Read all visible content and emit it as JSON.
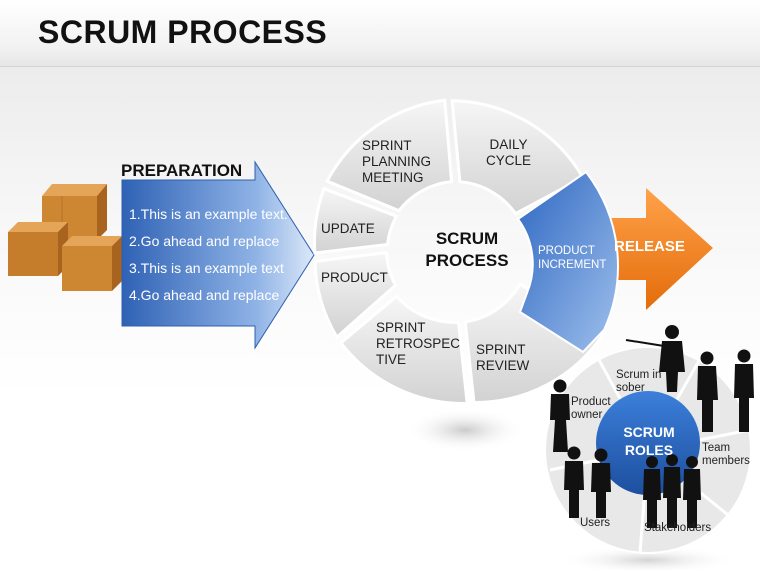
{
  "title": "SCRUM PROCESS",
  "preparation": {
    "title": "PREPARATION",
    "items": [
      "1.This is an example text.",
      "2.Go ahead and replace",
      "3.This is an example text",
      "4.Go ahead and replace"
    ]
  },
  "cycle": {
    "center": [
      "SCRUM",
      "PROCESS"
    ],
    "segments": {
      "sprint_planning": [
        "SPRINT",
        "PLANNING",
        "MEETING"
      ],
      "daily_cycle": [
        "DAILY",
        "CYCLE"
      ],
      "product_increment": [
        "PRODUCT",
        "INCREMENT"
      ],
      "sprint_review": [
        "SPRINT",
        "REVIEW"
      ],
      "sprint_retrospective": [
        "SPRINT",
        "RETROSPEC",
        "TIVE"
      ],
      "update": "UPDATE",
      "product": "PRODUCT"
    }
  },
  "release": "RELEASE",
  "roles": {
    "center": [
      "SCRUM",
      "ROLES"
    ],
    "scrum_in_sober": [
      "Scrum in",
      "sober"
    ],
    "product_owner": [
      "Product",
      "owner"
    ],
    "team_members": [
      "Team",
      "members"
    ],
    "users": "Users",
    "stakeholders": "Stakeholders"
  },
  "colors": {
    "blue_accent": "#3d78c9",
    "orange_arrow": "#f58220",
    "box_brown": "#c9822e",
    "segment_gray": "#e6e6e6"
  }
}
